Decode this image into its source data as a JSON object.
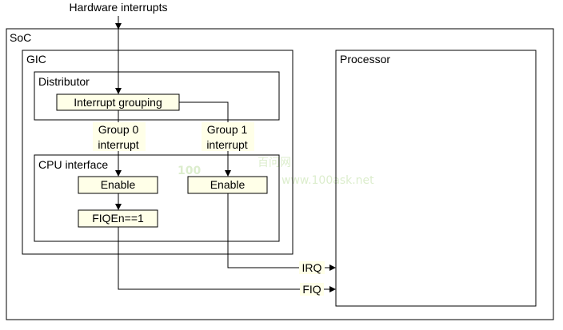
{
  "diagram": {
    "hardware_interrupts": "Hardware interrupts",
    "soc": "SoC",
    "gic": "GIC",
    "distributor": "Distributor",
    "interrupt_grouping": "Interrupt grouping",
    "group0_line1": "Group 0",
    "group0_line2": "interrupt",
    "group1_line1": "Group 1",
    "group1_line2": "interrupt",
    "cpu_interface": "CPU interface",
    "enable_group0": "Enable",
    "enable_group1": "Enable",
    "fiqen": "FIQEn==1",
    "processor": "Processor",
    "irq": "IRQ",
    "fiq": "FIQ"
  },
  "watermark": {
    "logo_text": "100",
    "brand_text": "百问网",
    "url_text": "www.100ask.net",
    "color": "#d9ecc8"
  }
}
